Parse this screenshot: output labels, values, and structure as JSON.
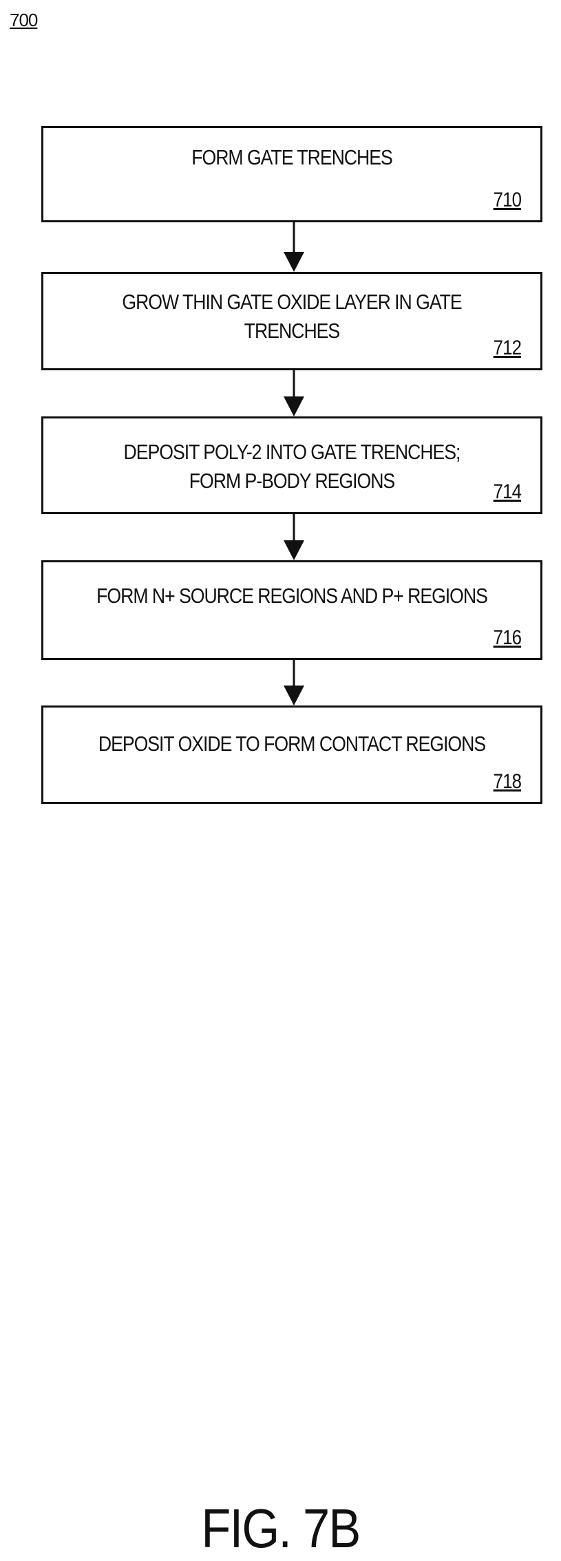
{
  "figure": {
    "reference_number": "700",
    "title": "FIG. 7B"
  },
  "steps": [
    {
      "text": "FORM GATE TRENCHES",
      "ref": "710"
    },
    {
      "text": "GROW THIN GATE OXIDE LAYER IN GATE\nTRENCHES",
      "ref": "712"
    },
    {
      "text": "DEPOSIT POLY-2 INTO GATE TRENCHES;\nFORM P-BODY REGIONS",
      "ref": "714"
    },
    {
      "text": "FORM N+ SOURCE REGIONS AND P+ REGIONS",
      "ref": "716"
    },
    {
      "text": "DEPOSIT OXIDE TO FORM CONTACT REGIONS",
      "ref": "718"
    }
  ],
  "colors": {
    "line": "#111111",
    "background": "#ffffff"
  }
}
